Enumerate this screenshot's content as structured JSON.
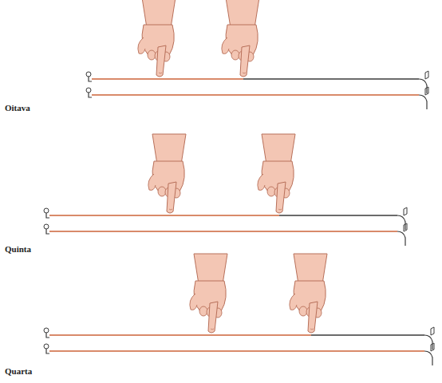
{
  "diagram": {
    "labels": [
      "Oitava",
      "Quinta",
      "Quarta"
    ]
  }
}
